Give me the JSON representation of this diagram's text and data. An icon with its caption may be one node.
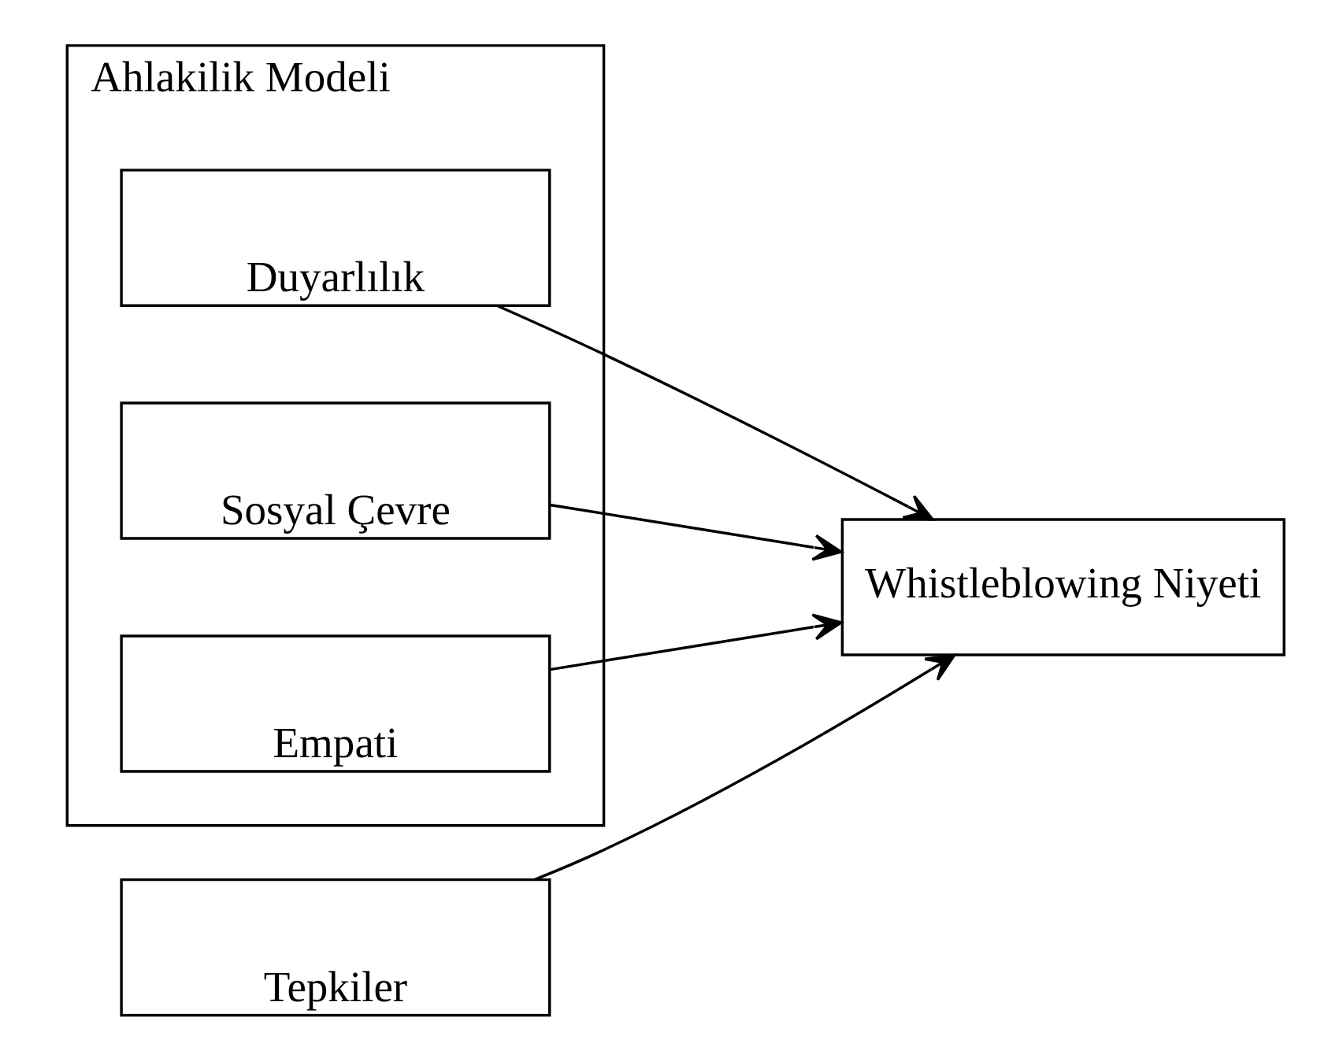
{
  "diagram": {
    "nodes": [
      {
        "text": [
          "Ahlakilik Modeli"
        ]
      },
      {
        "text": [
          "Duyarlılık"
        ],
        "in": 0
      },
      {
        "text": [
          "Sosyal Çevre"
        ],
        "in": 0
      },
      {
        "text": [
          "Empati"
        ],
        "in": 0
      },
      {
        "text": [
          "Tepkiler"
        ]
      },
      {
        "text": [
          "Whistleblowing Niyeti"
        ]
      }
    ],
    "edges": [
      {
        "from": 1,
        "to": 5,
        "arrow": "to"
      },
      {
        "from": 2,
        "to": 5,
        "arrow": "to"
      },
      {
        "from": 3,
        "to": 5,
        "arrow": "to"
      },
      {
        "from": 4,
        "to": 5,
        "arrow": "to"
      }
    ]
  }
}
